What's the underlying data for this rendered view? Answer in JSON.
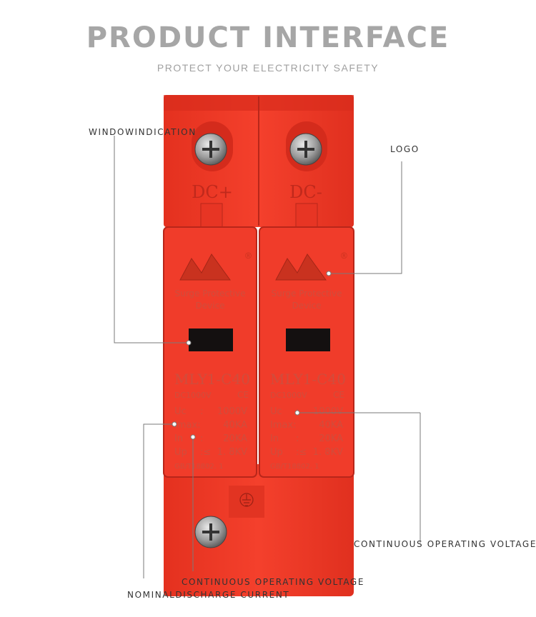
{
  "header": {
    "title": "PRODUCT INTERFACE",
    "subtitle": "PROTECT YOUR ELECTRICITY SAFETY"
  },
  "callouts": {
    "window_indication": "WINDOWINDICATION",
    "logo": "LOGO",
    "continuous_operating_voltage_right": "CONTINUOUS OPERATING VOLTAGE",
    "continuous_operating_voltage_bottom": "CONTINUOUS OPERATING VOLTAGE",
    "nominal_discharge_current": "NOMINALDISCHARGE CURRENT"
  },
  "device": {
    "terminal_left": "DC+",
    "terminal_right": "DC-",
    "brand_reg": "®",
    "description_line1": "Surge Protective",
    "description_line2": "Device",
    "model": "MLY1-C40",
    "rating": "DC1000V",
    "ce_mark": "CE",
    "specs": [
      {
        "key": "Uc",
        "sep": ":",
        "value": "1000V"
      },
      {
        "key": "Imax:",
        "sep": "",
        "value": "40KA"
      },
      {
        "key": "In",
        "sep": ":",
        "value": "20KA"
      },
      {
        "key": "Up",
        "sep": ":≤",
        "value": "1. 8KV"
      }
    ],
    "standard": "GB/T18802. 1"
  },
  "colors": {
    "device_red": "#ee3a2b",
    "title_gray": "#a6a6a6",
    "leader_line": "#7a7a7a"
  }
}
